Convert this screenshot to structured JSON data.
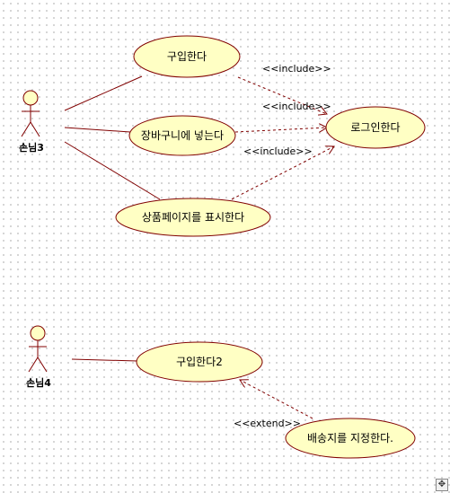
{
  "actors": {
    "a3": {
      "name": "손님3"
    },
    "a4": {
      "name": "손님4"
    }
  },
  "usecases": {
    "buy": "구입한다",
    "cart": "장바구니에 넣는다",
    "product_page": "상품페이지를 표시한다",
    "login": "로그인한다",
    "buy2": "구입한다2",
    "shipping": "배송지를 지정한다."
  },
  "relations": {
    "include1": "<<include>>",
    "include2": "<<include>>",
    "include3": "<<include>>",
    "extend1": "<<extend>>"
  },
  "corner_icon": "move-icon",
  "colors": {
    "usecase_fill": "#ffffc4",
    "stroke": "#800000",
    "association": "#800000",
    "dependency": "#800000"
  }
}
